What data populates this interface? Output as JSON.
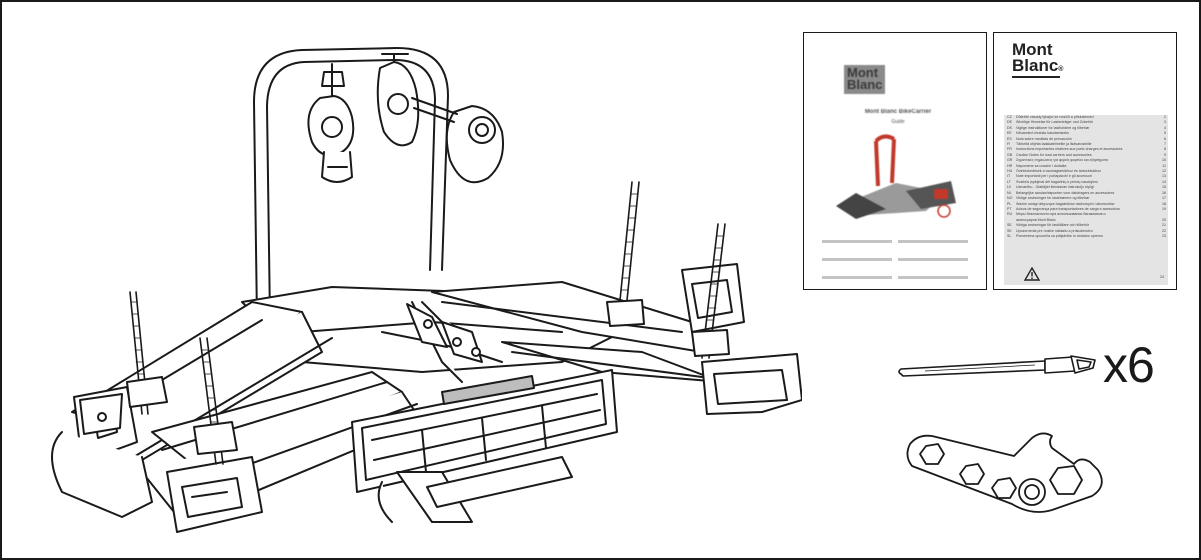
{
  "cover_booklet": {
    "logo_line1": "Mont",
    "logo_line2": "Blanc",
    "title": "Mont Blanc BikeCarrier",
    "subtitle": "Guide"
  },
  "index_booklet": {
    "logo_line1": "Mont",
    "logo_line2": "Blanc",
    "logo_mark": "®",
    "toc": [
      {
        "code": "CZ",
        "text": "Důležité zásady týkající se nosičů a příslušenství",
        "page": "2"
      },
      {
        "code": "DE",
        "text": "Wichtige Hinweise für Lastenträger und Zubehör",
        "page": "3"
      },
      {
        "code": "DK",
        "text": "Vigtige instruktioner for lastholdere og tilbehør",
        "page": "4"
      },
      {
        "code": "EE",
        "text": "Nõuanded ohutuks kasutamiseks",
        "page": "5"
      },
      {
        "code": "ES",
        "text": "Nota sobre medidas de precaución",
        "page": "6"
      },
      {
        "code": "FI",
        "text": "Tärkeitä ohjeita taakkatelineille ja lisävarusteille",
        "page": "7"
      },
      {
        "code": "FR",
        "text": "Instructions importantes relatives aux porte-charges et accessoires",
        "page": "8"
      },
      {
        "code": "GB",
        "text": "Caution Notes for load carriers and accessories",
        "page": "9"
      },
      {
        "code": "GR",
        "text": "Σημαντικές σημειώσεις για φορείς φορτίου και εξαρτήματα",
        "page": "10"
      },
      {
        "code": "HR",
        "text": "Napomene za nosače i dodatke",
        "page": "11"
      },
      {
        "code": "HU",
        "text": "Óvintézkedések a csomagtartókhoz és tartozékokhoz",
        "page": "12"
      },
      {
        "code": "IT",
        "text": "Note importanti per i portapacchi e gli accessori",
        "page": "13"
      },
      {
        "code": "LT",
        "text": "Svarbūs įspėjimai dėl bagažinių ir priedų naudojimo",
        "page": "14"
      },
      {
        "code": "LV",
        "text": "Uzmanību - Glabājiet lietošanas instrukciju rūpīgi",
        "page": "15"
      },
      {
        "code": "NL",
        "text": "Belangrijke aandachtspunten voor dakdragers en accessoires",
        "page": "16"
      },
      {
        "code": "NO",
        "text": "Viktige anvisninger for lastebærere og tilbehør",
        "page": "17"
      },
      {
        "code": "PL",
        "text": "Ważne uwagi dotyczące bagażników dachowych i akcesoriów",
        "page": "18"
      },
      {
        "code": "PT",
        "text": "Avisos de segurança para transportadores de carga e acessórios",
        "page": "19"
      },
      {
        "code": "RU",
        "text": "Меры безопасности при использовании багажников и",
        "page": ""
      },
      {
        "code": "",
        "text": "аксессуаров Mont Blanc",
        "page": "20"
      },
      {
        "code": "SE",
        "text": "Viktiga anvisningar för lasthållare och tillbehör",
        "page": "21"
      },
      {
        "code": "SK",
        "text": "Upozornenia pre nosiče nákladu a príslušenstvo",
        "page": "22"
      },
      {
        "code": "SL",
        "text": "Pomembna opozorila za prtljažnike in dodatno opremo",
        "page": "23"
      }
    ],
    "warning_page": "24"
  },
  "strap_quantity": "x6",
  "colors": {
    "line": "#1a1a1a",
    "fill": "#ffffff",
    "shade": "#bdbdbd",
    "cover_accent": "#c0392b"
  },
  "icons": [
    "bike-carrier-drawing",
    "manual-booklet",
    "warning-triangle-icon",
    "strap-icon",
    "wrench-icon"
  ]
}
